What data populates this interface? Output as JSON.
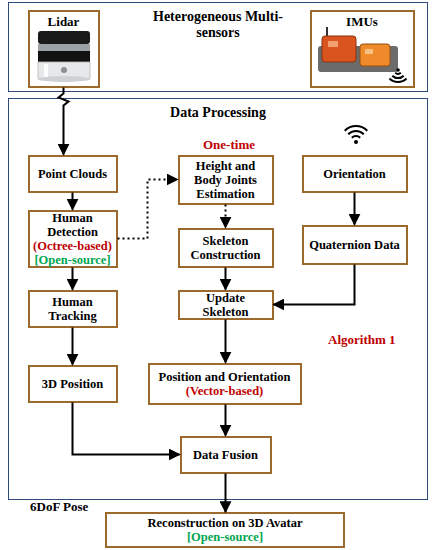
{
  "diagram": {
    "nodes": [
      {
        "text": [
          "Heterogeneous Multi-sensors"
        ]
      },
      {
        "text": [
          "Lidar"
        ],
        "in": 0
      },
      {
        "text": [
          "IMUs"
        ],
        "in": 0
      },
      {
        "text": [
          "Data Processing"
        ]
      },
      {
        "text": [
          "Point Clouds"
        ],
        "in": 3
      },
      {
        "text": [
          "Height and Body Joints Estimation"
        ],
        "in": 3
      },
      {
        "text": [
          "Orientation"
        ],
        "in": 3
      },
      {
        "text": [
          "Human Detection",
          "(Octree-based)",
          "[Open-source]"
        ],
        "in": 3
      },
      {
        "text": [
          "Skeleton Construction"
        ],
        "in": 3
      },
      {
        "text": [
          "Quaternion Data"
        ],
        "in": 3
      },
      {
        "text": [
          "Human Tracking"
        ],
        "in": 3
      },
      {
        "text": [
          "Update Skeleton"
        ],
        "in": 3
      },
      {
        "text": [
          "3D Position"
        ],
        "in": 3
      },
      {
        "text": [
          "Position and Orientation",
          "(Vector-based)"
        ],
        "in": 3
      },
      {
        "text": [
          "Data Fusion"
        ],
        "in": 3
      },
      {
        "text": [
          "Reconstruction on 3D Avatar",
          "[Open-source]"
        ]
      }
    ],
    "edges": [
      {
        "from": 1,
        "to": 4,
        "arrow": "to"
      },
      {
        "from": 4,
        "to": 7,
        "arrow": "to"
      },
      {
        "from": 7,
        "to": 5,
        "arrow": "to"
      },
      {
        "from": 5,
        "to": 8,
        "arrow": "to"
      },
      {
        "from": 7,
        "to": 10,
        "arrow": "to"
      },
      {
        "from": 8,
        "to": 11,
        "arrow": "to"
      },
      {
        "from": 6,
        "to": 9,
        "arrow": "to"
      },
      {
        "from": 9,
        "to": 11,
        "arrow": "to"
      },
      {
        "from": 10,
        "to": 12,
        "arrow": "to"
      },
      {
        "from": 11,
        "to": 13,
        "arrow": "to"
      },
      {
        "from": 12,
        "to": 14,
        "arrow": "to"
      },
      {
        "from": 13,
        "to": 14,
        "arrow": "to"
      },
      {
        "from": 14,
        "to": 15,
        "label": "6DoF Pose",
        "arrow": "to"
      }
    ],
    "labels": [
      "One-time",
      "Algorithm 1"
    ]
  }
}
